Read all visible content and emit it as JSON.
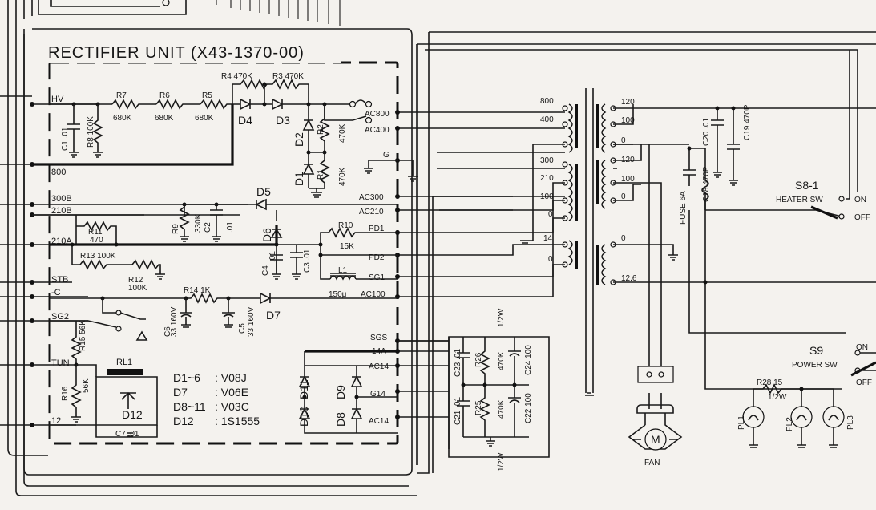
{
  "unit_title": "RECTIFIER UNIT (X43-1370-00)",
  "left_terminals": [
    "HV",
    "800",
    "300B",
    "210B",
    "210A",
    "STB",
    "-C",
    "SG2",
    "TUN",
    "12"
  ],
  "right_terminals": [
    "AC800",
    "AC400",
    "G",
    "AC300",
    "AC210",
    "PD1",
    "PD2",
    "SG1",
    "AC100",
    "SGS",
    "14A",
    "AC14",
    "G14",
    "AC14"
  ],
  "resistors": {
    "r4": "R4 470K",
    "r3": "R3 470K",
    "r7": "R7",
    "r7v": "680K",
    "r6": "R6",
    "r6v": "680K",
    "r5": "R5",
    "r5v": "680K",
    "r8": "R8 100K",
    "r2": "R2",
    "r2v": "470K",
    "r1": "R1",
    "r1v": "470K",
    "r9": "R9",
    "r9v": "330K",
    "r11": "R11",
    "r11v": "470",
    "r13": "R13 100K",
    "r12": "R12",
    "r12v": "100K",
    "r10": "R10",
    "r10v": "15K",
    "r14": "R14  1K",
    "r15": "R15 56K",
    "r16": "R16",
    "r16v": "56K",
    "r26": "R26",
    "r26v": "470K",
    "r25": "R25",
    "r25v": "470K",
    "r28": "R28 15",
    "r28w": "1/2W"
  },
  "capacitors": {
    "c1": "C1 .01",
    "c2": "C2",
    "c2v": ".01",
    "c4": "C4",
    "c4v": ".01",
    "c3": "C3 .01",
    "c6": "C6",
    "c6v": "33 160V",
    "c5": "C5",
    "c5v": "33 160V",
    "c7": "C7 .01",
    "c23": "C23 .01",
    "c24": "C24 100",
    "c21": "C21 .01",
    "c22": "C22 100",
    "c20": "C20 .01",
    "c19": "C19 470P",
    "c18": "C18 470P",
    "w1": "1/2W",
    "w2": "1/2W"
  },
  "diodes": {
    "d4": "D4",
    "d3": "D3",
    "d2": "D2",
    "d1": "D1",
    "d5": "D5",
    "d6": "D6",
    "d7": "D7",
    "d11": "D11",
    "d9": "D9",
    "d10": "D10",
    "d8": "D8",
    "d12": "D12"
  },
  "other_parts": {
    "l1": "L1",
    "l1v": "150μ",
    "rl1": "RL1",
    "fuse": "FUSE 6A",
    "s8": "S8-1",
    "s8name": "HEATER SW",
    "s8on": "ON",
    "s8off": "OFF",
    "s9": "S9",
    "s9name": "POWER SW",
    "s9on": "ON",
    "s9off": "OFF",
    "fan": "FAN",
    "motor": "M",
    "pl1": "PL1",
    "pl2": "PL2",
    "pl3": "PL3"
  },
  "diode_table": [
    {
      "part": "D1~6",
      "type": ": V08J"
    },
    {
      "part": "D7",
      "type": ": V06E"
    },
    {
      "part": "D8~11",
      "type": ": V03C"
    },
    {
      "part": "D12",
      "type": ": 1S1555"
    }
  ],
  "transformer_primary_taps": [
    "800",
    "400",
    "300",
    "210",
    "100",
    "0",
    "14",
    "0"
  ],
  "transformer_secondary_taps": [
    "120",
    "100",
    "0",
    "120",
    "100",
    "0",
    "0",
    "12.6"
  ]
}
